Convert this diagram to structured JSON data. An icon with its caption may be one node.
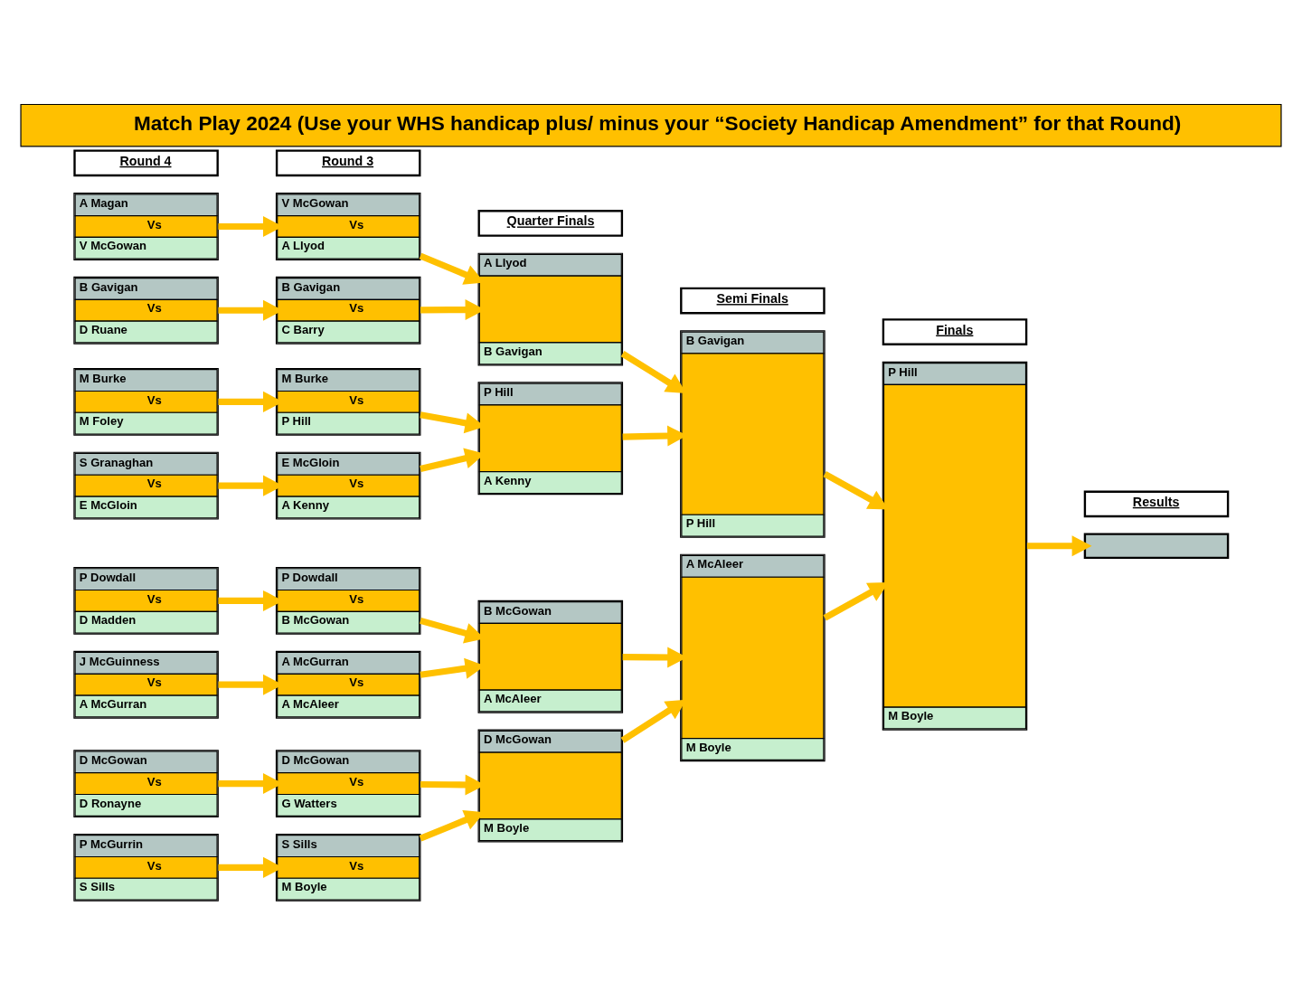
{
  "diagram": {
    "title": "Match Play 2024 (Use your WHS handicap plus/ minus your “Society Handicap Amendment” for that Round)",
    "nodes": [
      {
        "text": [
          "Round 4"
        ]
      },
      {
        "text": [
          "Round 3"
        ]
      },
      {
        "text": [
          "Quarter Finals"
        ]
      },
      {
        "text": [
          "Semi Finals"
        ]
      },
      {
        "text": [
          "Finals"
        ]
      },
      {
        "text": [
          "Results"
        ]
      },
      {
        "text": [
          "A Magan",
          "Vs",
          "V McGowan"
        ]
      },
      {
        "text": [
          "B Gavigan",
          "Vs",
          "D Ruane"
        ]
      },
      {
        "text": [
          "M Burke",
          "Vs",
          "M Foley"
        ]
      },
      {
        "text": [
          "S Granaghan",
          "Vs",
          "E McGloin"
        ]
      },
      {
        "text": [
          "P Dowdall",
          "Vs",
          "D Madden"
        ]
      },
      {
        "text": [
          "J McGuinness",
          "Vs",
          "A McGurran"
        ]
      },
      {
        "text": [
          "D McGowan",
          "Vs",
          "D Ronayne"
        ]
      },
      {
        "text": [
          "P McGurrin",
          "Vs",
          "S Sills"
        ]
      },
      {
        "text": [
          "V McGowan",
          "Vs",
          "A Llyod"
        ]
      },
      {
        "text": [
          "B Gavigan",
          "Vs",
          "C Barry"
        ]
      },
      {
        "text": [
          "M Burke",
          "Vs",
          "P Hill"
        ]
      },
      {
        "text": [
          "E McGloin",
          "Vs",
          "A Kenny"
        ]
      },
      {
        "text": [
          "P Dowdall",
          "Vs",
          "B McGowan"
        ]
      },
      {
        "text": [
          "A McGurran",
          "Vs",
          "A McAleer"
        ]
      },
      {
        "text": [
          "D McGowan",
          "Vs",
          "G Watters"
        ]
      },
      {
        "text": [
          "S Sills",
          "Vs",
          "M Boyle"
        ]
      },
      {
        "text": [
          "A Llyod",
          "B Gavigan"
        ]
      },
      {
        "text": [
          "P Hill",
          "A Kenny"
        ]
      },
      {
        "text": [
          "B McGowan",
          "A McAleer"
        ]
      },
      {
        "text": [
          "D McGowan",
          "M Boyle"
        ]
      },
      {
        "text": [
          "B Gavigan",
          "P Hill"
        ]
      },
      {
        "text": [
          "A McAleer",
          "M Boyle"
        ]
      },
      {
        "text": [
          "P Hill",
          "M Boyle"
        ]
      },
      {
        "text": [],
        "shape": "box"
      }
    ],
    "edges": [
      {
        "from": 6,
        "to": 14,
        "arrow": "to"
      },
      {
        "from": 7,
        "to": 15,
        "arrow": "to"
      },
      {
        "from": 8,
        "to": 16,
        "arrow": "to"
      },
      {
        "from": 9,
        "to": 17,
        "arrow": "to"
      },
      {
        "from": 10,
        "to": 18,
        "arrow": "to"
      },
      {
        "from": 11,
        "to": 19,
        "arrow": "to"
      },
      {
        "from": 12,
        "to": 20,
        "arrow": "to"
      },
      {
        "from": 13,
        "to": 21,
        "arrow": "to"
      },
      {
        "from": 14,
        "to": 22,
        "arrow": "to"
      },
      {
        "from": 15,
        "to": 22,
        "arrow": "to"
      },
      {
        "from": 16,
        "to": 23,
        "arrow": "to"
      },
      {
        "from": 17,
        "to": 23,
        "arrow": "to"
      },
      {
        "from": 18,
        "to": 24,
        "arrow": "to"
      },
      {
        "from": 19,
        "to": 24,
        "arrow": "to"
      },
      {
        "from": 20,
        "to": 25,
        "arrow": "to"
      },
      {
        "from": 21,
        "to": 25,
        "arrow": "to"
      },
      {
        "from": 22,
        "to": 26,
        "arrow": "to"
      },
      {
        "from": 23,
        "to": 26,
        "arrow": "to"
      },
      {
        "from": 24,
        "to": 27,
        "arrow": "to"
      },
      {
        "from": 25,
        "to": 27,
        "arrow": "to"
      },
      {
        "from": 26,
        "to": 28,
        "arrow": "to"
      },
      {
        "from": 27,
        "to": 28,
        "arrow": "to"
      },
      {
        "from": 28,
        "to": 29,
        "arrow": "to"
      }
    ]
  }
}
